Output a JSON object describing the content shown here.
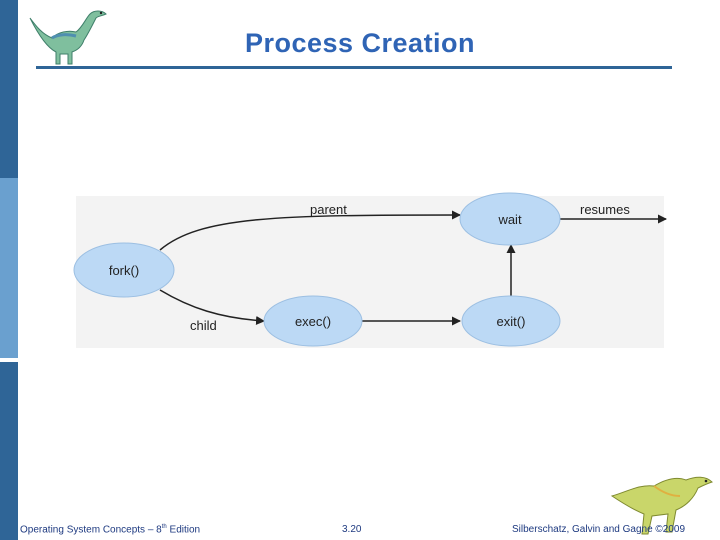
{
  "slide": {
    "title": "Process Creation",
    "footer": {
      "book_prefix": "Operating System Concepts – 8",
      "book_sup": "th",
      "book_suffix": " Edition",
      "page_number": "3.20",
      "copyright": "Silberschatz, Galvin and Gagne ©2009"
    }
  },
  "diagram": {
    "nodes": {
      "fork": "fork()",
      "exec": "exec()",
      "exit": "exit()",
      "wait": "wait"
    },
    "edges": {
      "parent": "parent",
      "child": "child",
      "resumes": "resumes"
    }
  },
  "colors": {
    "title": "#2f64b5",
    "sidebar_dark": "#2f6597",
    "sidebar_light": "#6aa0cf",
    "node_fill": "#bcd9f5",
    "footer_text": "#1e3a80"
  }
}
